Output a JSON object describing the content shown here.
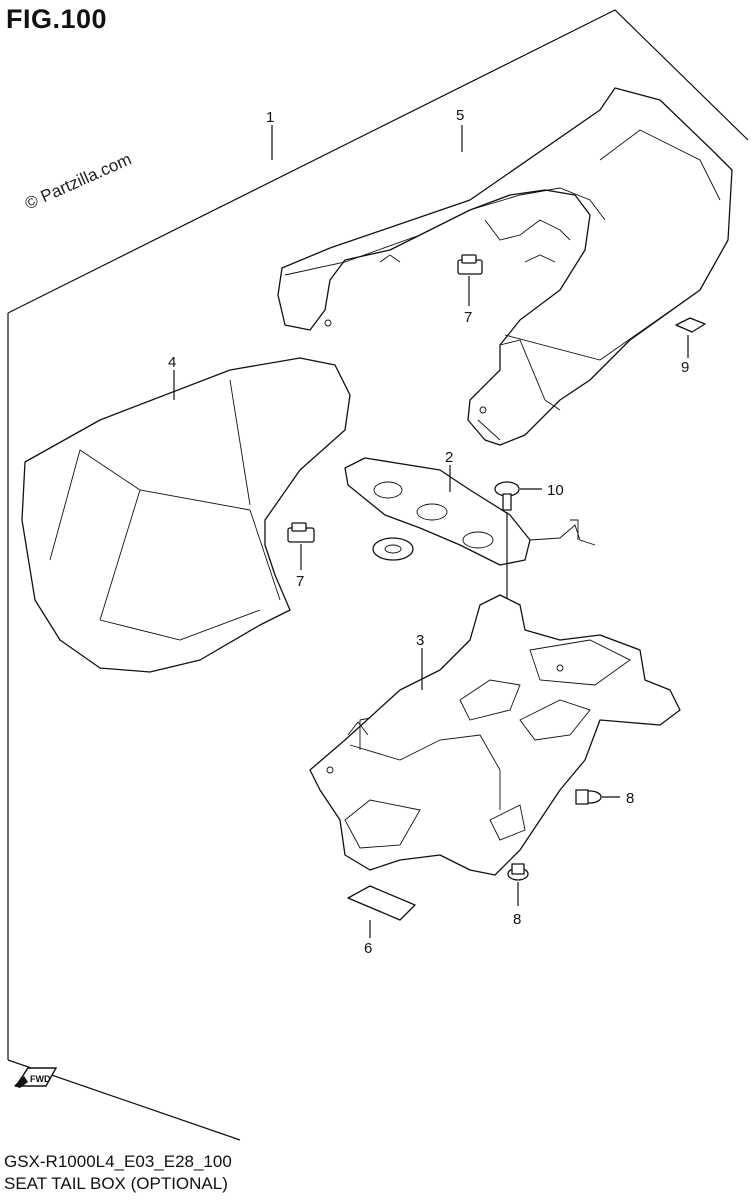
{
  "header": {
    "figure": "FIG.100"
  },
  "watermark": "© Partzilla.com",
  "direction_badge": "FWD",
  "footer": {
    "model_code": "GSX-R1000L4_E03_E28_100",
    "title": "SEAT TAIL BOX (OPTIONAL)"
  },
  "callouts": {
    "c1": "1",
    "c2": "2",
    "c3": "3",
    "c4": "4",
    "c5": "5",
    "c6": "6",
    "c7a": "7",
    "c7b": "7",
    "c8a": "8",
    "c8b": "8",
    "c9": "9",
    "c10": "10"
  }
}
